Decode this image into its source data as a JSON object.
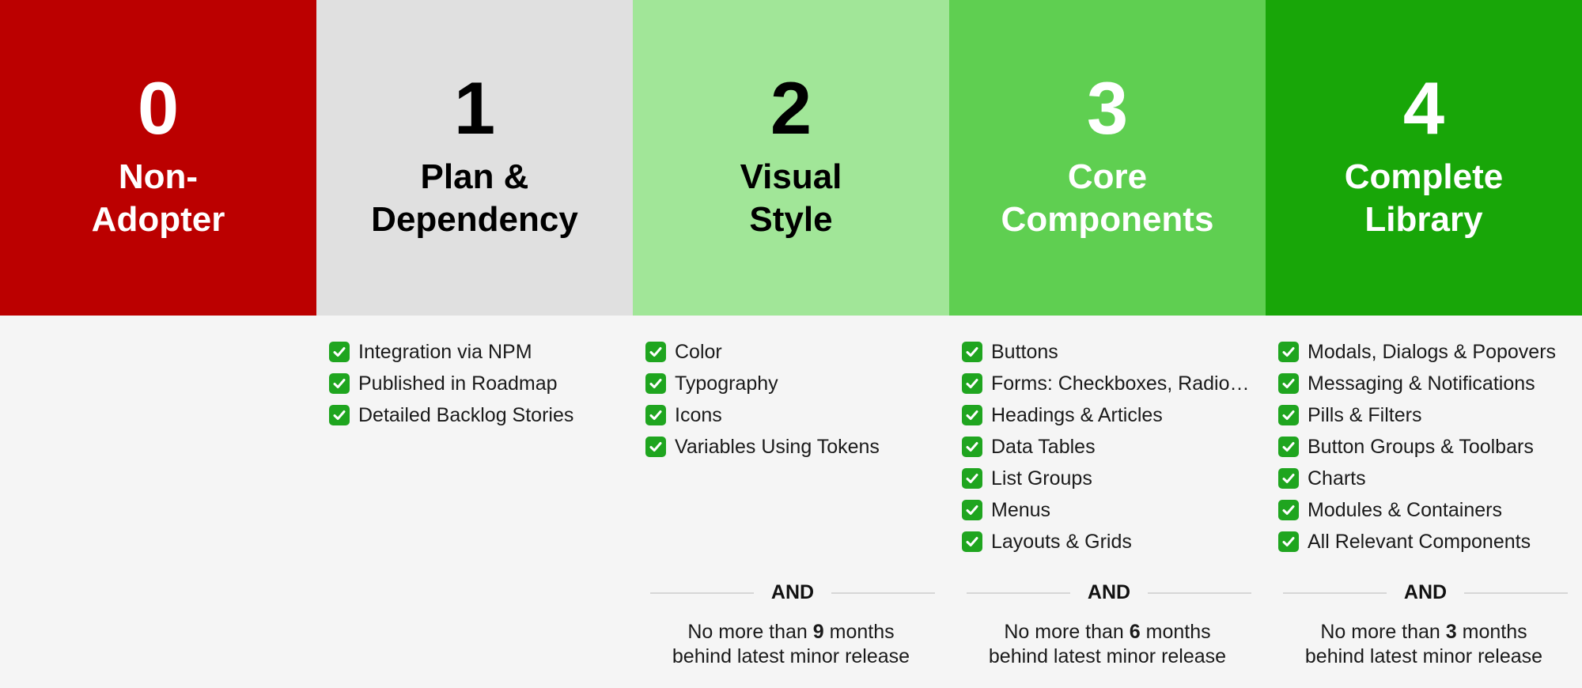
{
  "levels": [
    {
      "number": "0",
      "title": "Non-\nAdopter",
      "bg": "#bb0000",
      "fg": "#ffffff",
      "items": [],
      "and_label": "",
      "requirement": null
    },
    {
      "number": "1",
      "title": "Plan &\nDependency",
      "bg": "#e0e0e0",
      "fg": "#000000",
      "items": [
        "Integration via NPM",
        "Published in Roadmap",
        "Detailed Backlog Stories"
      ],
      "and_label": "",
      "requirement": null
    },
    {
      "number": "2",
      "title": "Visual\nStyle",
      "bg": "#a1e698",
      "fg": "#000000",
      "items": [
        "Color",
        "Typography",
        "Icons",
        "Variables Using Tokens"
      ],
      "and_label": "AND",
      "requirement": {
        "prefix": "No more than",
        "months": "9",
        "suffix": "months",
        "line2": "behind latest minor release"
      }
    },
    {
      "number": "3",
      "title": "Core\nComponents",
      "bg": "#5fcf51",
      "fg": "#ffffff",
      "items": [
        "Buttons",
        "Forms: Checkboxes, Radio…",
        "Headings & Articles",
        "Data Tables",
        "List Groups",
        "Menus",
        "Layouts & Grids"
      ],
      "and_label": "AND",
      "requirement": {
        "prefix": "No more than",
        "months": "6",
        "suffix": "months",
        "line2": "behind latest minor release"
      }
    },
    {
      "number": "4",
      "title": "Complete\nLibrary",
      "bg": "#18a608",
      "fg": "#ffffff",
      "items": [
        "Modals, Dialogs & Popovers",
        "Messaging & Notifications",
        "Pills & Filters",
        "Button Groups & Toolbars",
        "Charts",
        "Modules & Containers",
        "All Relevant Components"
      ],
      "and_label": "AND",
      "requirement": {
        "prefix": "No more than",
        "months": "3",
        "suffix": "months",
        "line2": "behind latest minor release"
      }
    }
  ],
  "icons": {
    "item_marker": "check-mark-icon",
    "check_color": "#1fa51f"
  }
}
